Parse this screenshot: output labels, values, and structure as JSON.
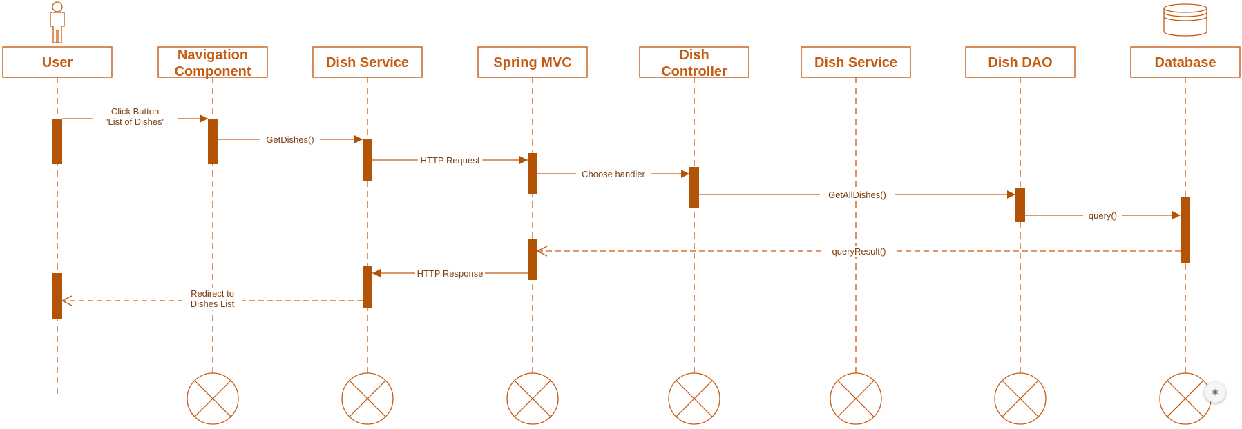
{
  "colors": {
    "stroke": "#c55a11",
    "fill": "#b35306",
    "text": "#c55a11",
    "msg": "#7f3f0f"
  },
  "participants": [
    {
      "id": "user",
      "label": "User",
      "icon": "actor-icon"
    },
    {
      "id": "nav",
      "label": "Navigation Component"
    },
    {
      "id": "svc1",
      "label": "Dish Service"
    },
    {
      "id": "mvc",
      "label": "Spring MVC"
    },
    {
      "id": "ctrl",
      "label": "Dish Controller"
    },
    {
      "id": "svc2",
      "label": "Dish Service"
    },
    {
      "id": "dao",
      "label": "Dish DAO"
    },
    {
      "id": "db",
      "label": "Database",
      "icon": "database-icon"
    }
  ],
  "messages": [
    {
      "from": "user",
      "to": "nav",
      "label": "Click Button 'List of Dishes'",
      "type": "sync"
    },
    {
      "from": "nav",
      "to": "svc1",
      "label": "GetDishes()",
      "type": "sync"
    },
    {
      "from": "svc1",
      "to": "mvc",
      "label": "HTTP Request",
      "type": "sync"
    },
    {
      "from": "mvc",
      "to": "ctrl",
      "label": "Choose handler",
      "type": "sync"
    },
    {
      "from": "ctrl",
      "to": "dao",
      "label": "GetAllDishes()",
      "type": "sync"
    },
    {
      "from": "dao",
      "to": "db",
      "label": "query()",
      "type": "sync"
    },
    {
      "from": "db",
      "to": "mvc",
      "label": "queryResult()",
      "type": "return"
    },
    {
      "from": "mvc",
      "to": "svc1",
      "label": "HTTP Response",
      "type": "sync"
    },
    {
      "from": "svc1",
      "to": "user",
      "label": "Redirect to Dishes List",
      "type": "return"
    }
  ],
  "destroyed": [
    "nav",
    "svc1",
    "mvc",
    "ctrl",
    "svc2",
    "dao",
    "db"
  ],
  "fab_icon": "collapse-icon"
}
